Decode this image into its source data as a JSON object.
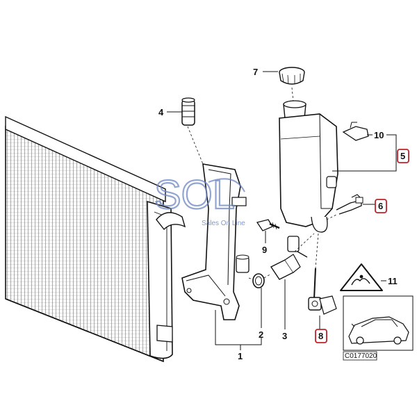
{
  "callouts": {
    "c1": "1",
    "c2": "2",
    "c3": "3",
    "c4": "4",
    "c5": "5",
    "c6": "6",
    "c7": "7",
    "c8": "8",
    "c9": "9",
    "c10": "10",
    "c11": "11"
  },
  "reference_code": "C0177020",
  "watermark": {
    "logo": "SOL",
    "tagline": "Sales On Line"
  },
  "colors": {
    "line": "#111111",
    "highlight": "#c0202a",
    "watermark": "#6d86c4"
  }
}
